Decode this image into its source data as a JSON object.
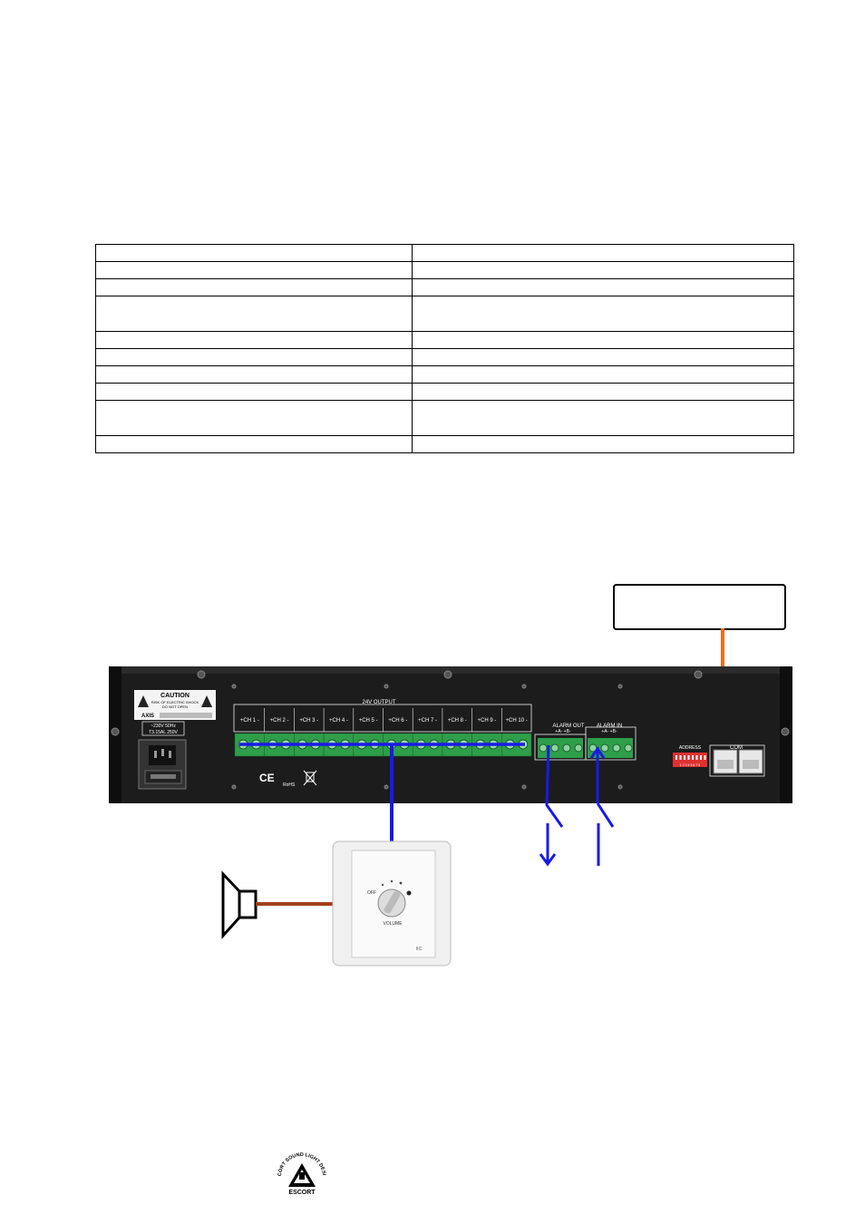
{
  "spec_table": {
    "rows": [
      {
        "c1": "",
        "c2": ""
      },
      {
        "c1": "",
        "c2": ""
      },
      {
        "c1": "",
        "c2": ""
      },
      {
        "c1": "",
        "c2": "",
        "tall": true
      },
      {
        "c1": "",
        "c2": ""
      },
      {
        "c1": "",
        "c2": ""
      },
      {
        "c1": "",
        "c2": ""
      },
      {
        "c1": "",
        "c2": ""
      },
      {
        "c1": "",
        "c2": "",
        "tall": true
      },
      {
        "c1": "",
        "c2": ""
      }
    ]
  },
  "device": {
    "output_label": "24V OUTPUT",
    "channels": [
      "+CH 1 -",
      "+CH 2 -",
      "+CH 3 -",
      "+CH 4 -",
      "+CH 5 -",
      "+CH 6 -",
      "+CH 7 -",
      "+CH 8 -",
      "+CH 9 -",
      "+CH 10 -"
    ],
    "alarm_out_label": "ALARM  OUT",
    "alarm_out_terminals": "+A-     +B-",
    "alarm_in_label": "ALARM  IN",
    "alarm_in_terminals": "+A-     +B-",
    "address_label": "ADDRESS",
    "dip_numbers": "1 2 3 4 5 6 7 8",
    "com_label": "COM",
    "caution_title": "CAUTION",
    "caution_line1": "RISK OF ELECTRIC SHOCK",
    "caution_line2": "DO NOT OPEN",
    "caution_brand": "AXIS",
    "power_line1": "~230V 50Hz",
    "power_line2": "T3.15AL 250V",
    "ce_mark": "CE",
    "rohs_mark": "RoHS"
  },
  "volume_control": {
    "off_label": "OFF",
    "volume_label": "VOLUME",
    "corner_mark": "IIC"
  },
  "logo": {
    "ring_text": "ESCORT SOUND LIGHT DESIGN",
    "name": "ESCORT"
  },
  "colors": {
    "blue_wire": "#1a1ae6",
    "orange_wire": "#f07020",
    "brown_wire": "#a0401a",
    "terminal_green": "#2e9e4a",
    "chassis": "#1c1c1c"
  }
}
